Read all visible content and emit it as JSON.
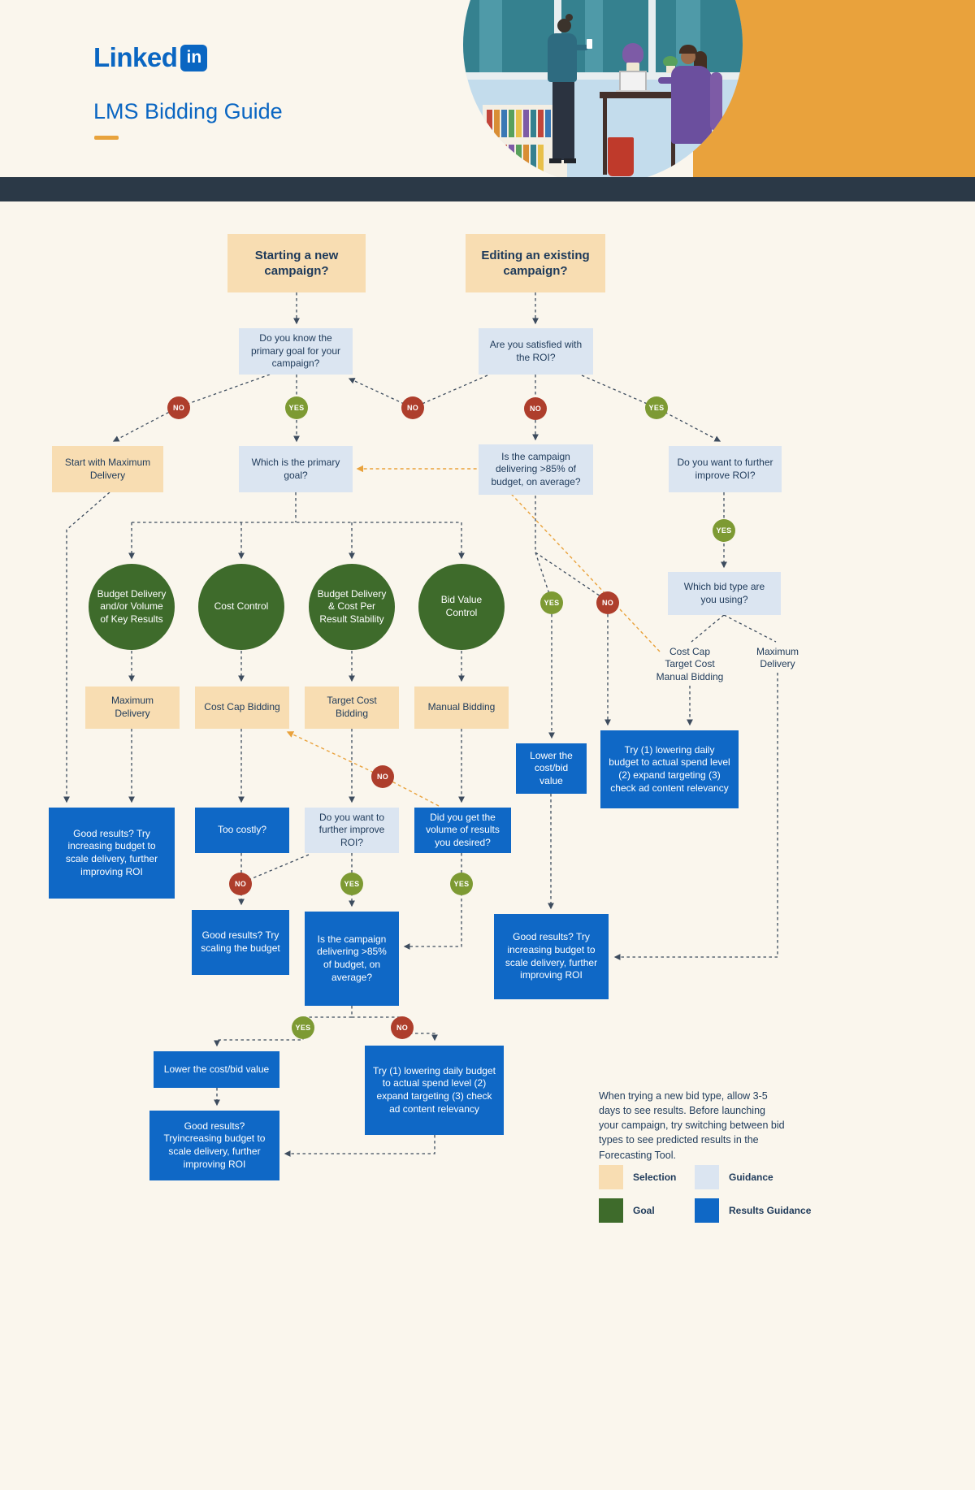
{
  "header": {
    "brand_text": "Linked",
    "brand_badge": "in",
    "title": "LMS Bidding Guide"
  },
  "labels": {
    "yes": "YES",
    "no": "NO"
  },
  "flow": {
    "start_new": "Starting a new campaign?",
    "edit_existing": "Editing an existing campaign?",
    "know_goal": "Do you know the primary goal for your campaign?",
    "satisfied_roi": "Are you satisfied with the ROI?",
    "start_max_delivery": "Start with Maximum Delivery",
    "primary_goal": "Which is the primary goal?",
    "delivering_85": "Is the campaign delivering >85% of budget, on average?",
    "improve_roi_top": "Do you want to further improve ROI?",
    "goal_budget_delivery": "Budget Delivery and/or Volume of Key Results",
    "goal_cost_control": "Cost Control",
    "goal_stability": "Budget Delivery & Cost Per Result Stability",
    "goal_bid_value": "Bid Value Control",
    "which_bid_type": "Which bid type are you using?",
    "bid_group_left": "Cost Cap\nTarget Cost\nManual Bidding",
    "bid_group_right": "Maximum\nDelivery",
    "max_delivery_bid": "Maximum Delivery",
    "cost_cap_bidding": "Cost Cap Bidding",
    "target_cost_bidding": "Target Cost Bidding",
    "manual_bidding": "Manual Bidding",
    "lower_cost_1": "Lower the cost/bid value",
    "try_steps_1": "Try (1) lowering daily budget to actual spend level (2) expand targeting (3) check ad content relevancy",
    "good_results_increase_1": "Good results? Try increasing budget to scale delivery, further improving ROI",
    "too_costly": "Too costly?",
    "improve_roi_mid": "Do you want to further improve ROI?",
    "volume_desired": "Did you get the volume of results you desired?",
    "good_results_scaling": "Good results? Try scaling the budget",
    "delivering_85_b": "Is the campaign delivering >85% of budget, on average?",
    "good_results_increase_2": "Good results? Try increasing budget to scale delivery, further improving ROI",
    "lower_cost_2": "Lower the cost/bid value",
    "try_steps_2": "Try (1) lowering daily budget to actual spend level (2) expand targeting (3) check ad content relevancy",
    "good_results_increase_3": "Good results? Tryincreasing budget to scale delivery, further improving ROI"
  },
  "note": "When trying a new bid type, allow 3-5 days to see results. Before launching your campaign, try switching between bid types to see predicted results in the Forecasting Tool.",
  "legend": [
    {
      "label": "Selection",
      "color": "#f8ddb2"
    },
    {
      "label": "Guidance",
      "color": "#dbe5f1"
    },
    {
      "label": "Goal",
      "color": "#3e6b2b"
    },
    {
      "label": "Results Guidance",
      "color": "#0f68c6"
    }
  ],
  "colors": {
    "accent_orange": "#e9a23c",
    "brand_blue": "#0a66c2",
    "navy_bar": "#2b3947",
    "yes_green": "#7d9a33",
    "no_red": "#ae3e2c"
  }
}
